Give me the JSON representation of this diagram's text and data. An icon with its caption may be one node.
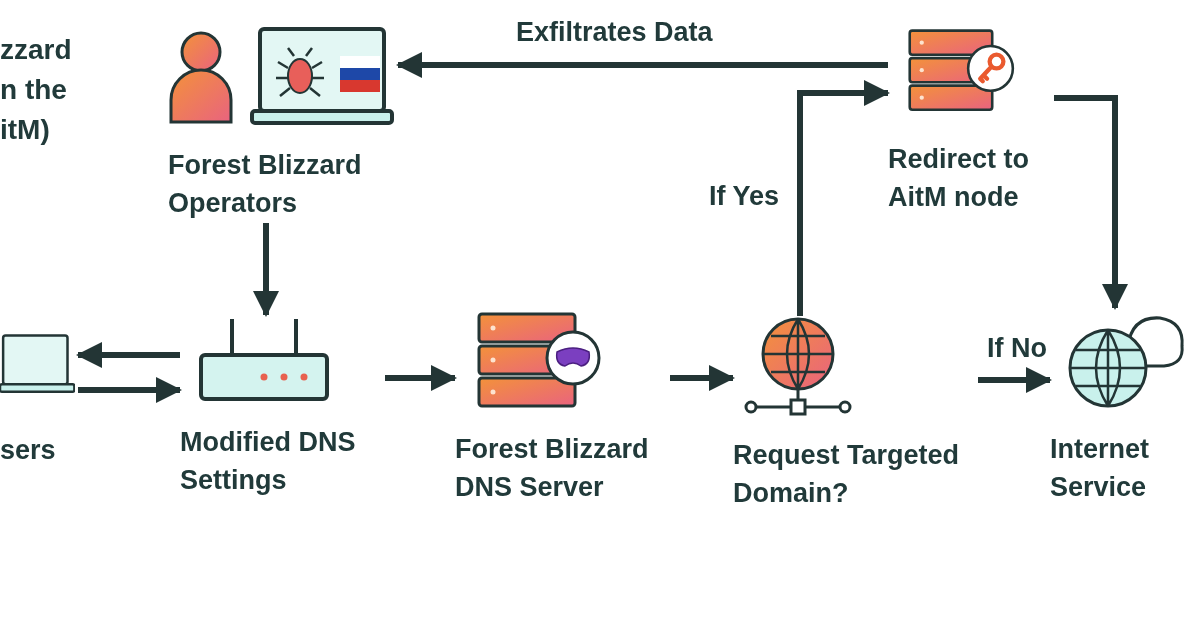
{
  "diagram": {
    "nodes": [
      {
        "text": [
          "sers"
        ]
      },
      {
        "text": [
          "Forest Blizzard Operators"
        ]
      },
      {
        "text": [
          "Modified DNS Settings"
        ]
      },
      {
        "text": [
          "Forest Blizzard DNS Server"
        ]
      },
      {
        "text": [
          "Request Targeted Domain?"
        ]
      },
      {
        "text": [
          "Redirect to AitM node"
        ]
      },
      {
        "text": [
          "Internet Service"
        ]
      }
    ],
    "edges": [
      {
        "from": 1,
        "to": 2,
        "arrow": "to"
      },
      {
        "from": 2,
        "to": 0,
        "arrow": "to"
      },
      {
        "from": 0,
        "to": 2,
        "arrow": "to"
      },
      {
        "from": 2,
        "to": 3,
        "arrow": "to"
      },
      {
        "from": 3,
        "to": 4,
        "arrow": "to"
      },
      {
        "from": 4,
        "to": 6,
        "arrow": "to",
        "label": "If No"
      },
      {
        "from": 4,
        "to": 5,
        "arrow": "to",
        "label": "If Yes"
      },
      {
        "from": 5,
        "to": 1,
        "arrow": "to",
        "label": "Exfiltrates Data"
      },
      {
        "from": 5,
        "to": 6,
        "arrow": "to"
      }
    ],
    "labels": [
      "zzard n the itM)"
    ]
  }
}
